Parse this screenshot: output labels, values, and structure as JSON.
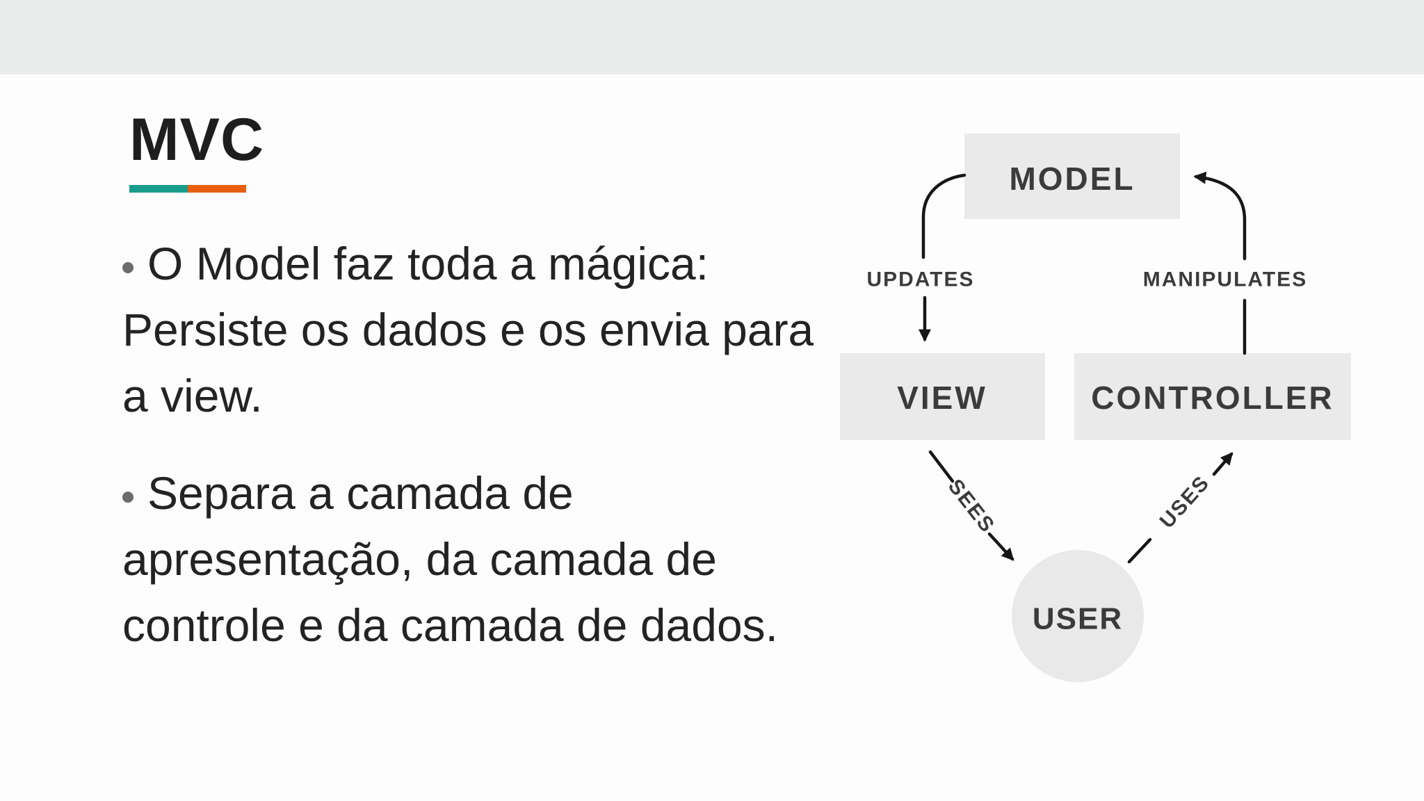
{
  "slide": {
    "title": "MVC",
    "accent_colors": {
      "teal": "#1a9c8c",
      "orange": "#e8600f"
    },
    "bullets": [
      {
        "lines": [
          "O Model faz toda a mágica:",
          "Persiste os dados e os envia para",
          "a view."
        ]
      },
      {
        "lines": [
          "Separa a camada de",
          "apresentação, da camada de",
          "controle e da camada de dados."
        ]
      }
    ]
  },
  "diagram": {
    "nodes": {
      "model": {
        "label": "MODEL"
      },
      "view": {
        "label": "VIEW"
      },
      "controller": {
        "label": "CONTROLLER"
      },
      "user": {
        "label": "USER"
      }
    },
    "edges": {
      "updates": {
        "label": "UPDATES"
      },
      "manipulates": {
        "label": "MANIPULATES"
      },
      "sees": {
        "label": "SEES"
      },
      "uses": {
        "label": "USES"
      }
    }
  }
}
